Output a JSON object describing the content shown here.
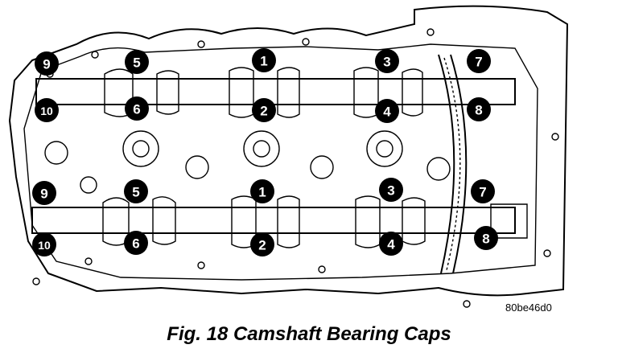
{
  "figure": {
    "caption": "Fig. 18 Camshaft Bearing Caps",
    "code": "80be46d0",
    "upper_caps": [
      "1",
      "2",
      "3",
      "4",
      "5",
      "6",
      "7",
      "8",
      "9",
      "10"
    ],
    "lower_caps": [
      "1",
      "2",
      "3",
      "4",
      "5",
      "6",
      "7",
      "8",
      "9",
      "10"
    ]
  }
}
